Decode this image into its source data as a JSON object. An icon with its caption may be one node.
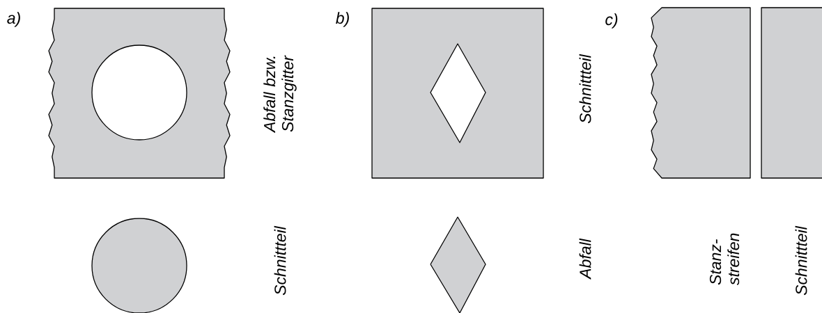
{
  "diagram": {
    "labels": [
      "a)",
      "Abfall bzw. Stanzgitter",
      "Schnittteil",
      "b)",
      "Schnittteil",
      "Abfall",
      "c)",
      "Stanz- streifen",
      "Schnittteil"
    ]
  }
}
